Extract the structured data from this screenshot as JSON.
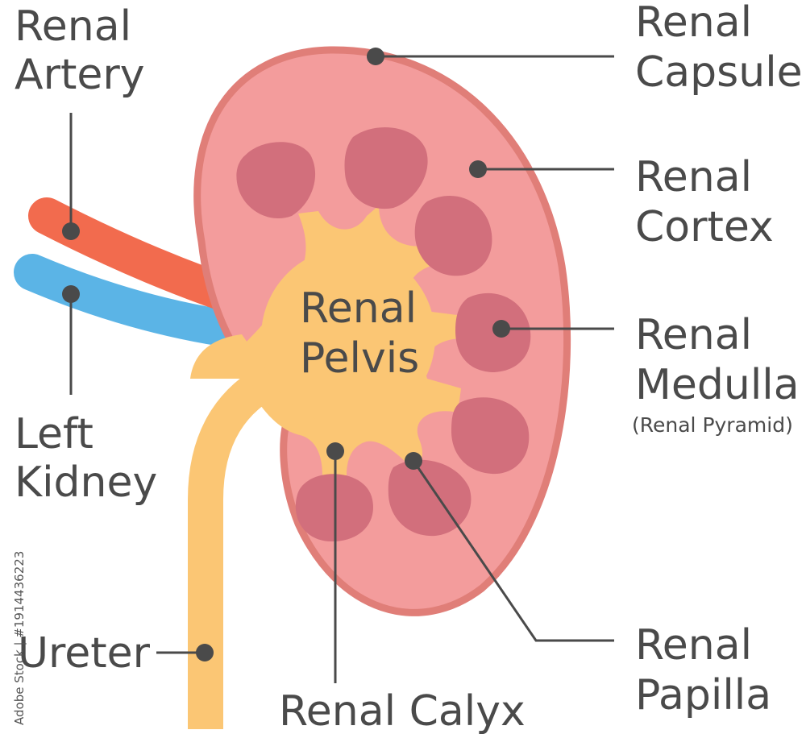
{
  "labels": {
    "renal_artery": [
      "Renal",
      "Artery"
    ],
    "renal_capsule": [
      "Renal",
      "Capsule"
    ],
    "renal_cortex": [
      "Renal",
      "Cortex"
    ],
    "renal_medulla": [
      "Renal",
      "Medulla"
    ],
    "renal_pyramid": "(Renal Pyramid)",
    "left_kidney": [
      "Left",
      "Kidney"
    ],
    "renal_pelvis": [
      "Renal",
      "Pelvis"
    ],
    "ureter": "Ureter",
    "renal_calyx": "Renal Calyx",
    "renal_papilla": [
      "Renal",
      "Papilla"
    ]
  },
  "credit": "Adobe Stock | #1914436223",
  "colors": {
    "cortex": "#f39c9c",
    "capsule": "#e07e78",
    "medulla": "#d26f7c",
    "pelvis": "#fbc674",
    "artery": "#f26b4e",
    "vein": "#5bb4e6",
    "text": "#4a4a4a"
  }
}
